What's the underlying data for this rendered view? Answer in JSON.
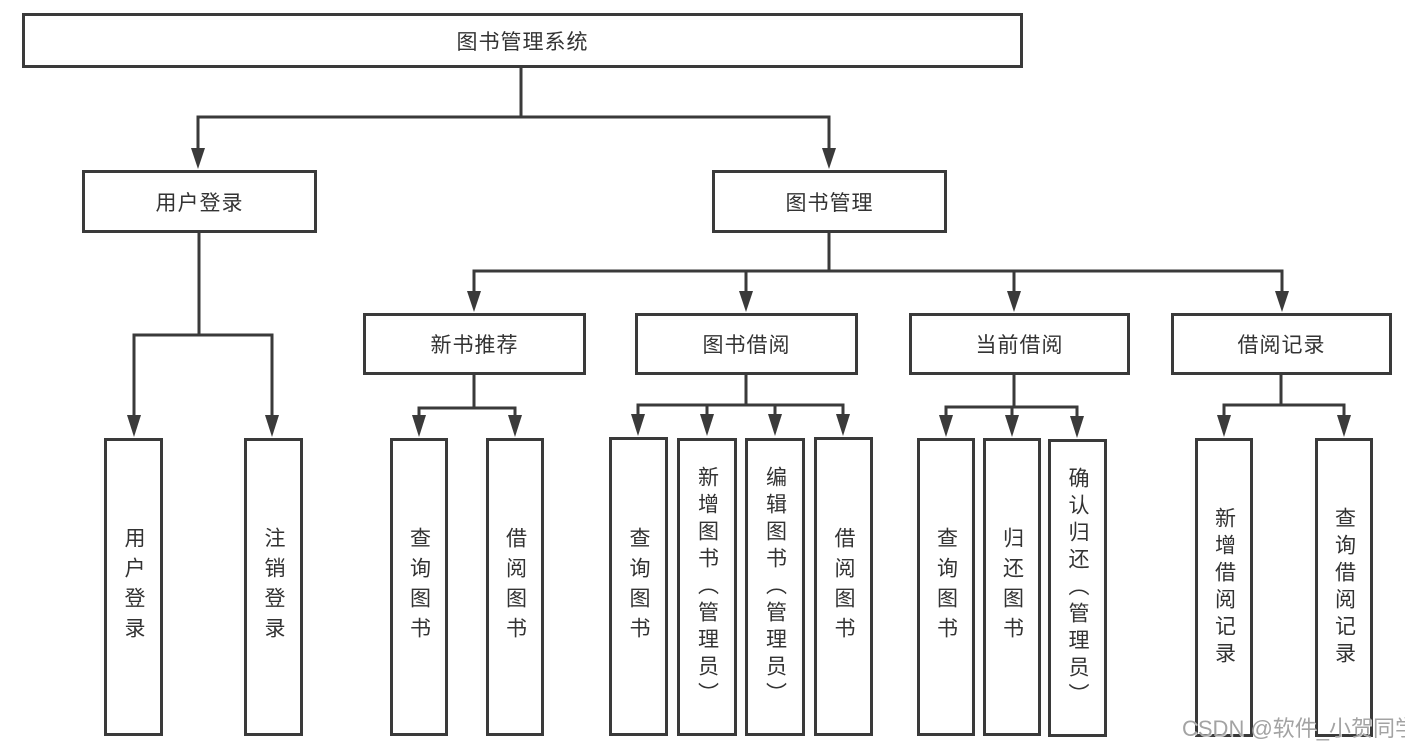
{
  "nodes": {
    "root": "图书管理系统",
    "level2": [
      "用户登录",
      "图书管理"
    ],
    "level3": [
      "新书推荐",
      "图书借阅",
      "当前借阅",
      "借阅记录"
    ],
    "user_login_children": [
      "用户登录",
      "注销登录"
    ],
    "new_book_children": [
      "查询图书",
      "借阅图书"
    ],
    "book_borrow_children": [
      "查询图书",
      "新增图书（管理员）",
      "编辑图书（管理员）",
      "借阅图书"
    ],
    "current_borrow_children": [
      "查询图书",
      "归还图书",
      "确认归还（管理员）"
    ],
    "borrow_record_children": [
      "新增借阅记录",
      "查询借阅记录"
    ]
  },
  "watermark": "CSDN @软件_小贺同学",
  "colors": {
    "line": "#3a3a3a",
    "text": "#333333",
    "background": "#ffffff",
    "watermark": "#a3a3a3"
  }
}
